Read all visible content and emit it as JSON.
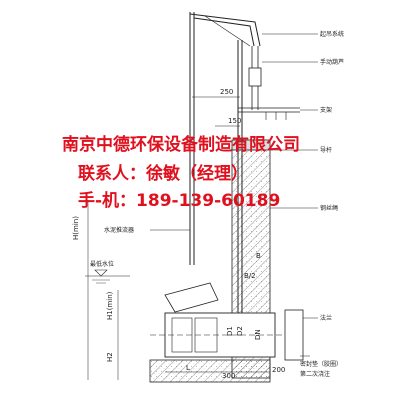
{
  "overlay": {
    "company": "南京中德环保设备制造有限公司",
    "contact": "联系人：徐敏（经理）",
    "phone": "手-机：189-139-60189"
  },
  "labels": {
    "callout_hoist": "起吊系统",
    "callout_winch": "手动葫芦",
    "callout_bracket": "支架",
    "callout_guide_rod": "导杆",
    "callout_rope": "钢丝绳",
    "callout_connector": "法兰",
    "callout_seal_ring": "密封垫（胶圈）",
    "callout_secondary_pour": "第二次浇注",
    "callout_mixer": "水泥推流器",
    "callout_lowest_level": "最低水位"
  },
  "dimensions": {
    "d250": "250",
    "d150": "150",
    "dH_min": "H(min)",
    "dH1": "H1(min)",
    "dH2": "H2",
    "dB": "B",
    "dB2": "B/2",
    "d300": "300",
    "d200": "200",
    "dL": "L",
    "dD1": "D1",
    "dD2": "D2",
    "dDN": "DN"
  },
  "colors": {
    "overlay_text": "#e0101e",
    "line": "#222222"
  }
}
